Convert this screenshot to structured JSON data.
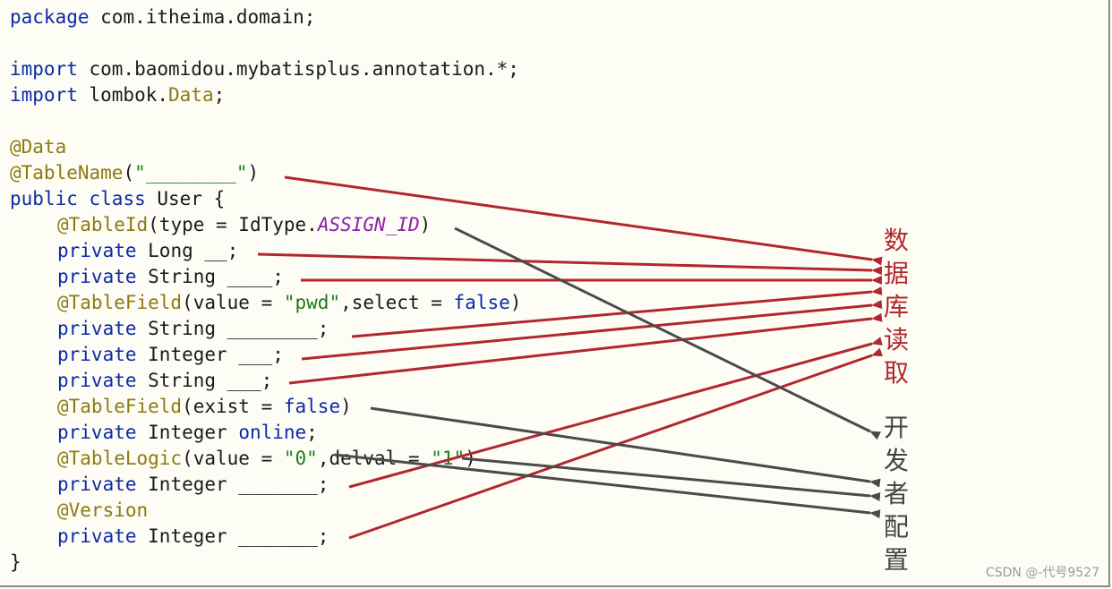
{
  "code": {
    "package_kw": "package",
    "package_name": " com.itheima.domain;",
    "import_kw": "import",
    "import1": " com.baomidou.mybatisplus.annotation.*;",
    "import2_pre": " lombok.",
    "import2_cls": "Data",
    "import2_post": ";",
    "ann_data": "@Data",
    "ann_tablename": "@TableName",
    "tablename_open": "(",
    "tablename_str": "\"________\"",
    "tablename_close": ")",
    "public_kw": "public",
    "class_kw": "class",
    "class_decl": " User {",
    "ann_tableid": "@TableId",
    "tableid_args_pre": "(type = IdType.",
    "tableid_const": "ASSIGN_ID",
    "tableid_args_post": ")",
    "private_kw": "private",
    "f_long": " Long __;",
    "f_string1": " String ____;",
    "ann_tablefield": "@TableField",
    "tf1_pre": "(value = ",
    "tf1_str": "\"pwd\"",
    "tf1_mid": ",select = ",
    "false_kw": "false",
    "close_paren": ")",
    "f_string2": " String ________;",
    "f_integer1": " Integer ___;",
    "f_string3": " String ___;",
    "tf2_pre": "(exist = ",
    "f_online_type": " Integer ",
    "f_online_name": "online",
    "semicolon": ";",
    "ann_tablelogic": "@TableLogic",
    "tl_pre": "(value = ",
    "tl_str1": "\"0\"",
    "tl_mid": ",delval = ",
    "tl_str2": "\"1\"",
    "tl_post": ")",
    "f_integer2": " Integer _______;",
    "ann_version": "@Version",
    "f_integer3": " Integer _______;",
    "end_brace": "}"
  },
  "labels": {
    "db_read": [
      "数",
      "据",
      "库",
      "读",
      "取"
    ],
    "developer_config": [
      "开",
      "发",
      "者",
      "配",
      "置"
    ]
  },
  "watermark": "CSDN @-代号9527",
  "colors": {
    "read_arrow": "#b0282e",
    "config_arrow": "#4a4a4a",
    "keyword": "#0b2aa8",
    "annotation": "#8c7a12",
    "string": "#1d7c1d",
    "constant": "#8a23a6",
    "background": "#fdfdf6"
  }
}
